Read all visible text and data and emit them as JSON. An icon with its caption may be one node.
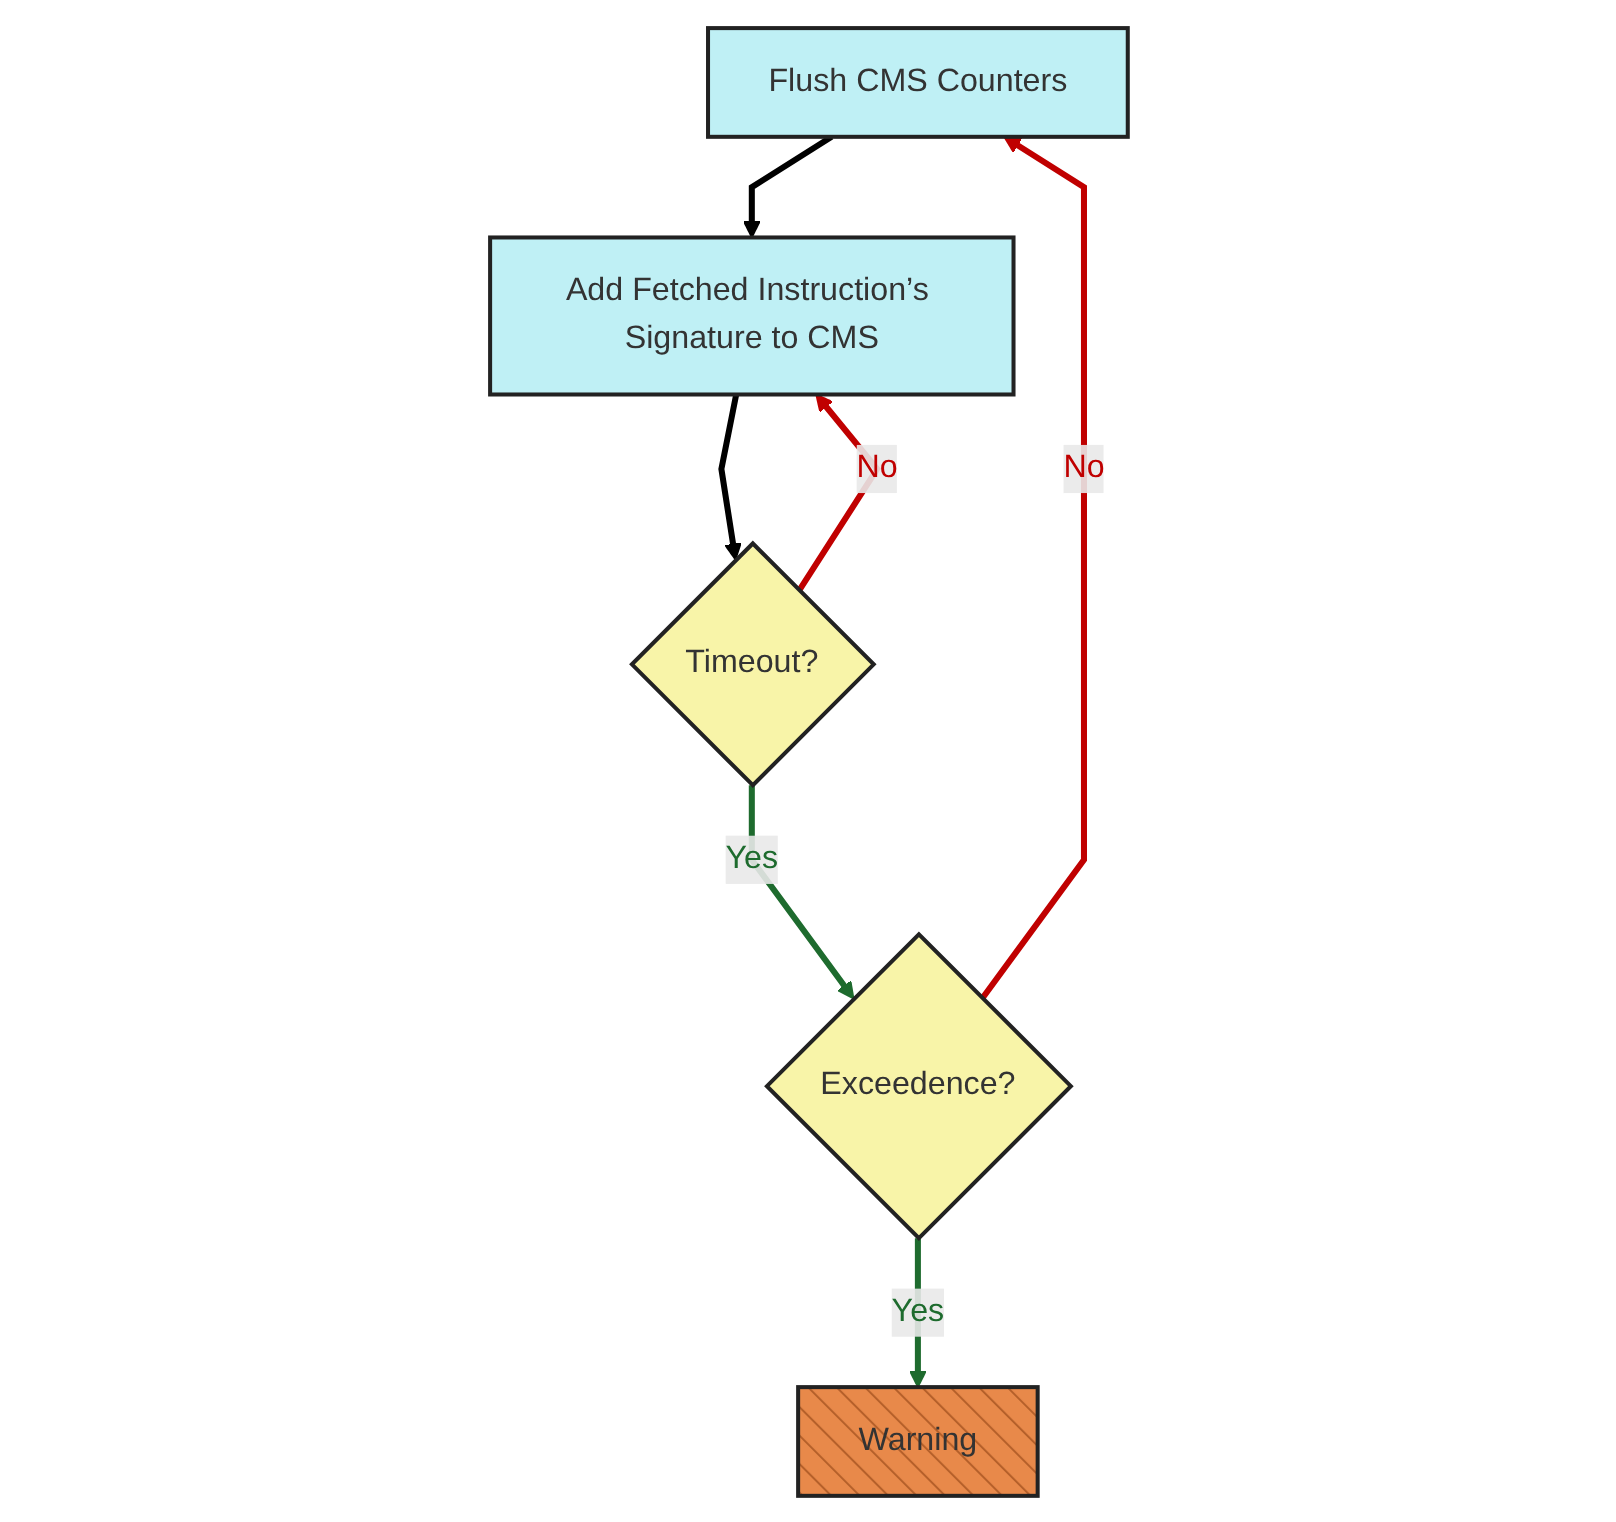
{
  "diagram": {
    "nodes": [
      {
        "text": [
          "Flush CMS Counters"
        ]
      },
      {
        "text": [
          "Add Fetched Instruction’s Signature to CMS"
        ]
      },
      {
        "text": [
          "Timeout?"
        ]
      },
      {
        "text": [
          "Exceedence?"
        ]
      },
      {
        "text": [
          "Warning"
        ]
      }
    ],
    "edges": [
      {
        "from": 0,
        "to": 1,
        "arrow": "to",
        "color": "#000000"
      },
      {
        "from": 1,
        "to": 2,
        "arrow": "to",
        "color": "#000000"
      },
      {
        "from": 2,
        "to": 1,
        "arrow": "to",
        "label": "No",
        "color": "#c00000"
      },
      {
        "from": 2,
        "to": 3,
        "arrow": "to",
        "label": "Yes",
        "color": "#1e6b2e"
      },
      {
        "from": 3,
        "to": 0,
        "arrow": "to",
        "label": "No",
        "color": "#c00000"
      },
      {
        "from": 3,
        "to": 4,
        "arrow": "to",
        "label": "Yes",
        "color": "#1e6b2e"
      }
    ]
  }
}
